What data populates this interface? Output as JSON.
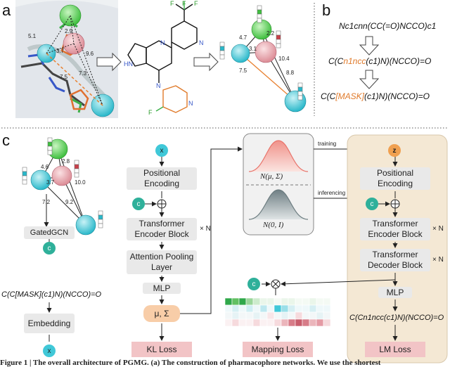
{
  "panels": {
    "a": "a",
    "b": "b",
    "c": "c"
  },
  "panel_a": {
    "distances_left": [
      "5.1",
      "2.9",
      "3.7",
      "9.6",
      "7.5",
      "7.3"
    ],
    "distances_right": [
      "4.7",
      "2.2",
      "3.1",
      "10.4",
      "7.5",
      "8.8"
    ],
    "molecule_atoms": {
      "f1": "F",
      "f2": "F",
      "f3": "F",
      "f4": "F",
      "n1": "N",
      "n2": "N",
      "hn": "HN",
      "n3": "N",
      "n4": "N"
    }
  },
  "panel_b": {
    "smiles1": "Nc1cnn(CC(=O)NCCO)c1",
    "smiles2_pre": "C(C",
    "smiles2_mid": "n1ncc",
    "smiles2_post": "(c1)N)(NCCO)=O",
    "smiles3_pre": "C(C",
    "smiles3_mid": "[MASK]",
    "smiles3_post": "(c1)N)(NCCO)=O"
  },
  "panel_c": {
    "graph_distances": [
      "2.8",
      "4.6",
      "3.7",
      "10.0",
      "7.2",
      "9.2"
    ],
    "gatedgcn": "GatedGCN",
    "c_node": "c",
    "x_node": "x",
    "z_node": "z",
    "smiles_masked": "C(C[MASK](c1)N)(NCCO)=O",
    "embedding": "Embedding",
    "positional_encoding": "Positional Encoding",
    "transformer_encoder": "Transformer Encoder Block",
    "times_n": "× N",
    "attention_pooling": "Attention Pooling Layer",
    "mlp": "MLP",
    "mu_sigma": "μ, Σ",
    "kl_loss": "KL Loss",
    "mapping_loss": "Mapping Loss",
    "lm_loss": "LM Loss",
    "normal_train": "N(μ, Σ)",
    "normal_infer": "N(0, I)",
    "training": "training",
    "inferencing": "inferencing",
    "transformer_decoder": "Transformer Decoder Block",
    "smiles_output": "C(Cn1ncc(c1)N)(NCCO)=O"
  },
  "caption": "Figure 1 | The overall architecture of PGMG. (a) The construction of pharmacophore networks. We use the shortest",
  "colors": {
    "green": "#4cc94c",
    "pink": "#e8a0a8",
    "cyan": "#40c8d8",
    "orange": "#e88030",
    "beige": "#f4e8d4",
    "loss": "#f2c4c6",
    "box": "#e9e9e9",
    "red_curve": "#e8736a",
    "gray_curve": "#7c8b8f"
  }
}
